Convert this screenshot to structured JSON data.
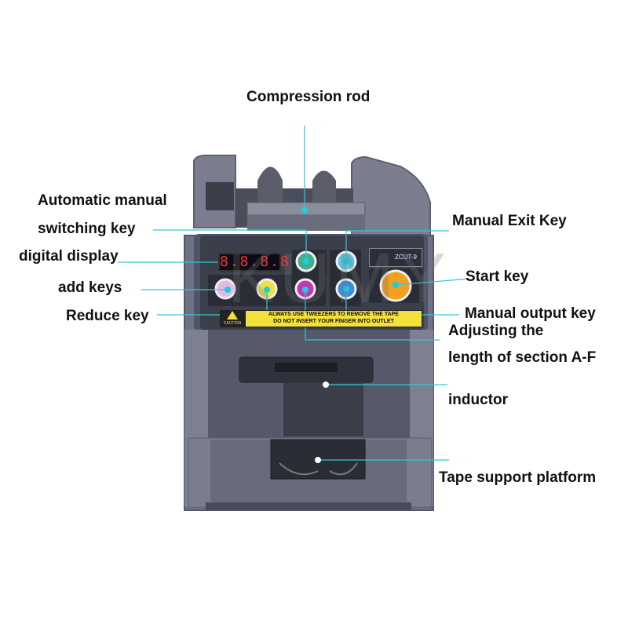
{
  "labels": {
    "compression_rod": "Compression rod",
    "auto_manual_line1": "Automatic manual",
    "auto_manual_line2": "switching key",
    "digital_display": "digital display",
    "add_keys": "add keys",
    "reduce_key": "Reduce key",
    "manual_exit_key": "Manual Exit Key",
    "start_key": "Start key",
    "manual_output_key": "Manual output key",
    "adjusting_line1": "Adjusting the",
    "adjusting_line2": "length of section A-F",
    "inductor": "inductor",
    "tape_support_platform": "Tape support platform"
  },
  "device": {
    "display_value": "8.8.8.8",
    "caution_tag": "CAUTION",
    "caution_line1": "ALWAYS USE TWEEZERS TO REMOVE THE TAPE",
    "caution_line2": "DO NOT INSERT YOUR FINGER INTO OUTLET",
    "brand_text": "ZCUT-9",
    "watermark": "KUMY"
  },
  "colors": {
    "leader_line": "#33c6d6",
    "marker_dot": "#1ad0e0",
    "housing": "#6e7282",
    "panel": "#3b3f4c",
    "caution_yellow": "#f4e03a",
    "key_white": "#f0f0f0",
    "key_magenta": "#e04aa8",
    "key_yellow": "#f0e040",
    "key_purple": "#c33ab0",
    "key_blue": "#3a8ee0",
    "key_cyan": "#5cc8e8",
    "key_green": "#3fb08a",
    "key_orange": "#f2a020"
  }
}
